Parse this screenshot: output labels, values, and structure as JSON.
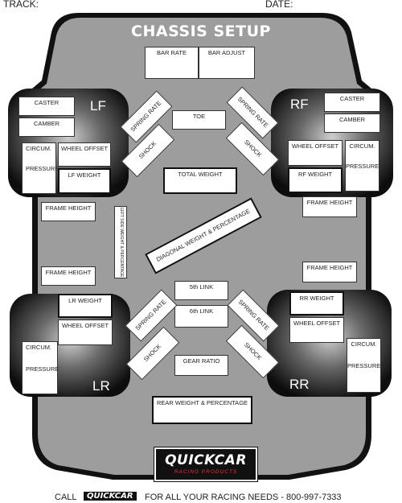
{
  "header": {
    "track_label": "TRACK:",
    "date_label": "DATE:"
  },
  "title": "CHASSIS SETUP",
  "corners": {
    "lf": "LF",
    "rf": "RF",
    "lr": "LR",
    "rr": "RR"
  },
  "center": {
    "bar_rate": "BAR RATE",
    "bar_adjust": "BAR ADJUST",
    "toe": "TOE",
    "total_weight": "TOTAL WEIGHT",
    "diagonal": "DIAGONAL WEIGHT & PERCENTAGE",
    "left_side": "LEFT SIDE WEIGHT & PERCENTAGE",
    "fifth_link": "5th LINK",
    "sixth_link": "6th LINK",
    "gear_ratio": "GEAR RATIO",
    "rear_weight": "REAR WEIGHT & PERCENTAGE"
  },
  "lf": {
    "caster": "CASTER",
    "camber": "CAMBER",
    "circum": "CIRCUM.",
    "wheel_offset": "WHEEL OFFSET",
    "pressure": "PRESSURE",
    "weight": "LF WEIGHT",
    "spring_rate": "SPRING RATE",
    "shock": "SHOCK",
    "frame_height": "FRAME HEIGHT"
  },
  "rf": {
    "caster": "CASTER",
    "camber": "CAMBER",
    "wheel_offset": "WHEEL OFFSET",
    "circum": "CIRCUM.",
    "pressure": "PRESSURE",
    "weight": "RF WEIGHT",
    "spring_rate": "SPRING RATE",
    "shock": "SHOCK",
    "frame_height": "FRAME HEIGHT"
  },
  "lr": {
    "weight": "LR WEIGHT",
    "wheel_offset": "WHEEL OFFSET",
    "circum": "CIRCUM.",
    "pressure": "PRESSURE",
    "spring_rate": "SPRING RATE",
    "shock": "SHOCK",
    "frame_height": "FRAME HEIGHT"
  },
  "rr": {
    "weight": "RR WEIGHT",
    "wheel_offset": "WHEEL OFFSET",
    "circum": "CIRCUM.",
    "pressure": "PRESSURE",
    "spring_rate": "SPRING RATE",
    "shock": "SHOCK",
    "frame_height": "FRAME HEIGHT"
  },
  "logo": {
    "main": "QUICKCAR",
    "sub": "RACING PRODUCTS"
  },
  "footer": {
    "call": "CALL",
    "logo": "QUICKCAR",
    "text": "FOR ALL YOUR RACING NEEDS - 800-997-7333"
  }
}
